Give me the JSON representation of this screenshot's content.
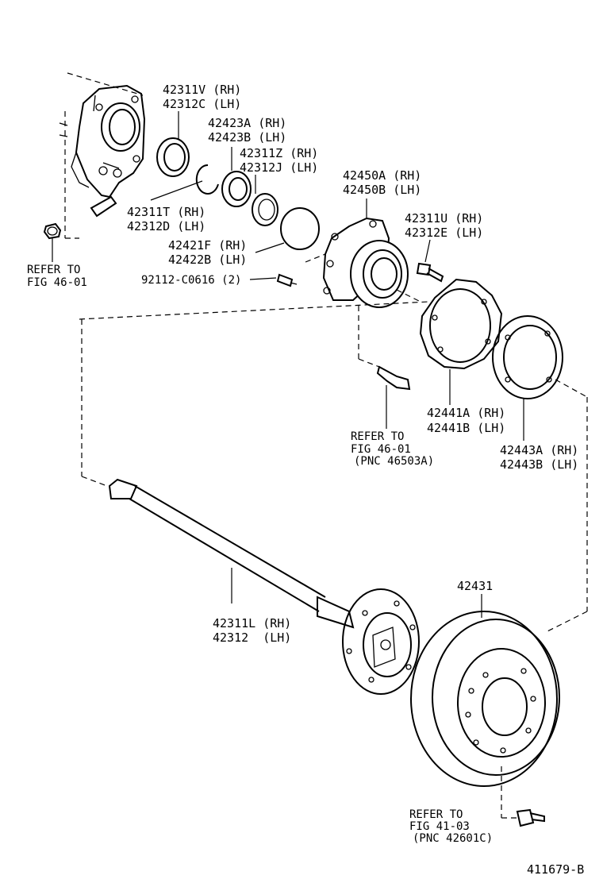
{
  "callouts": {
    "c1": {
      "line1": "42311V (RH)",
      "line2": "42312C (LH)"
    },
    "c2": {
      "line1": "42423A (RH)",
      "line2": "42423B (LH)"
    },
    "c3": {
      "line1": "42311Z (RH)",
      "line2": "42312J (LH)"
    },
    "c4": {
      "line1": "42450A (RH)",
      "line2": "42450B (LH)"
    },
    "c5": {
      "line1": "42311T (RH)",
      "line2": "42312D (LH)"
    },
    "c6": {
      "line1": "42311U (RH)",
      "line2": "42312E (LH)"
    },
    "c7": {
      "line1": "42421F (RH)",
      "line2": "42422B (LH)"
    },
    "c8": {
      "line1": "92112-C0616 (2)"
    },
    "c9": {
      "line1": "42441A (RH)",
      "line2": "42441B (LH)"
    },
    "c10": {
      "line1": "42443A (RH)",
      "line2": "42443B (LH)"
    },
    "c11": {
      "line1": "42431"
    },
    "c12": {
      "line1": "42311L (RH)",
      "line2": "42312  (LH)"
    }
  },
  "refs": {
    "r1": {
      "line1": "REFER TO",
      "line2": "FIG 46-01"
    },
    "r2": {
      "line1": "REFER TO",
      "line2": "FIG 46-01",
      "line3": "(PNC 46503A)"
    },
    "r3": {
      "line1": "REFER TO",
      "line2": "FIG 41-03",
      "line3": "(PNC 42601C)"
    }
  },
  "figure_number": "411679-B"
}
